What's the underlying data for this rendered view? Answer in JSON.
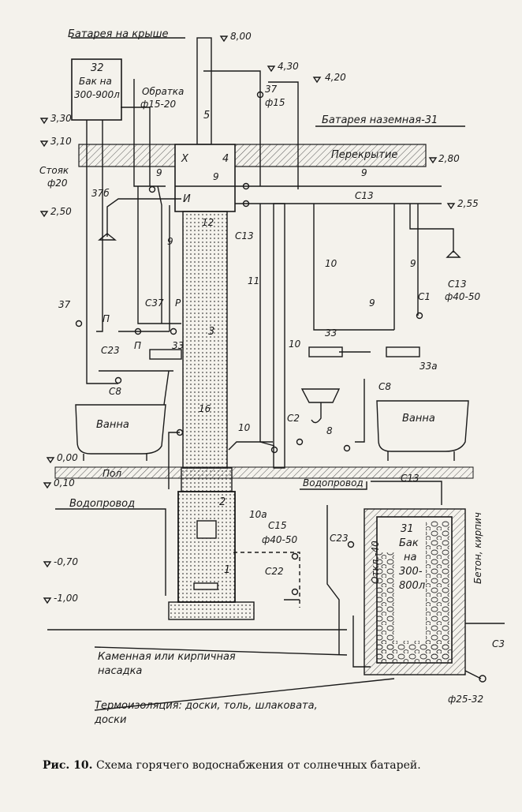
{
  "caption": {
    "prefix": "Рис. 10.",
    "text": "Схема горячего водоснабжения от солнечных батарей."
  },
  "labels": {
    "roof_battery": "Батарея на крыше",
    "elev_800": "8,00",
    "elev_430": "4,30",
    "elev_420": "4,20",
    "elev_330": "3,30",
    "elev_310": "3,10",
    "elev_280": "2,80",
    "elev_255": "2,55",
    "elev_250": "2,50",
    "elev_000": "0,00",
    "elev_010": "0,10",
    "elev_070": "-0,70",
    "elev_100": "-1,00",
    "tank_32_num": "32",
    "tank_32_line1": "Бак на",
    "tank_32_line2": "300-900л",
    "return_line1": "Обратка",
    "return_line2": "ф15-20",
    "n37_top": "37",
    "d15": "ф15",
    "n5": "5",
    "ground_battery": "Батарея наземная-31",
    "floor_slab": "Перекрытие",
    "riser_line1": "Стояк",
    "riser_line2": "ф20",
    "x_mark": "Х",
    "n4": "4",
    "n9_a": "9",
    "n9_b": "9",
    "n9_c": "9",
    "n9_d": "9",
    "n9_e": "9",
    "n9_f": "9",
    "i_mark": "И",
    "n12": "12",
    "c13_a": "C13",
    "c13_b": "C13",
    "c13_c": "C13",
    "c13_d": "C13",
    "d40_50_a": "ф40-50",
    "n37b": "37б",
    "n11": "11",
    "n10_a": "10",
    "n10_b": "10",
    "n10_c": "10",
    "c1": "C1",
    "c37": "C37",
    "p_mark": "Р",
    "n37_left": "37",
    "pi_a": "П",
    "pi_b": "П",
    "n3": "3",
    "c23_a": "C23",
    "c23_b": "C23",
    "n33_a": "33",
    "n33_b": "33",
    "n33a": "33а",
    "c8_a": "C8",
    "c8_b": "C8",
    "bath_left": "Ванна",
    "bath_right": "Ванна",
    "n16": "16",
    "c2": "C2",
    "n8": "8",
    "floor": "Пол",
    "water_pipe_a": "Водопровод",
    "water_pipe_b": "Водопровод",
    "n2": "2",
    "n10a": "10а",
    "c15": "C15",
    "d40_50_b": "ф40-50",
    "n1": "1",
    "c22": "C22",
    "n31": "31",
    "tank_31_line1": "Бак",
    "tank_31_line2": "на",
    "tank_31_line3": "300-",
    "tank_31_line4": "800л",
    "otkl": "Откл.-40",
    "concrete": "Бетон, кирпич",
    "stone_line1": "Каменная или кирпичная",
    "stone_line2": "насадка",
    "insul_line1": "Термоизоляция: доски, толь, шлаковата,",
    "insul_line2": "доски",
    "d25_32": "ф25-32",
    "c3": "C3"
  }
}
